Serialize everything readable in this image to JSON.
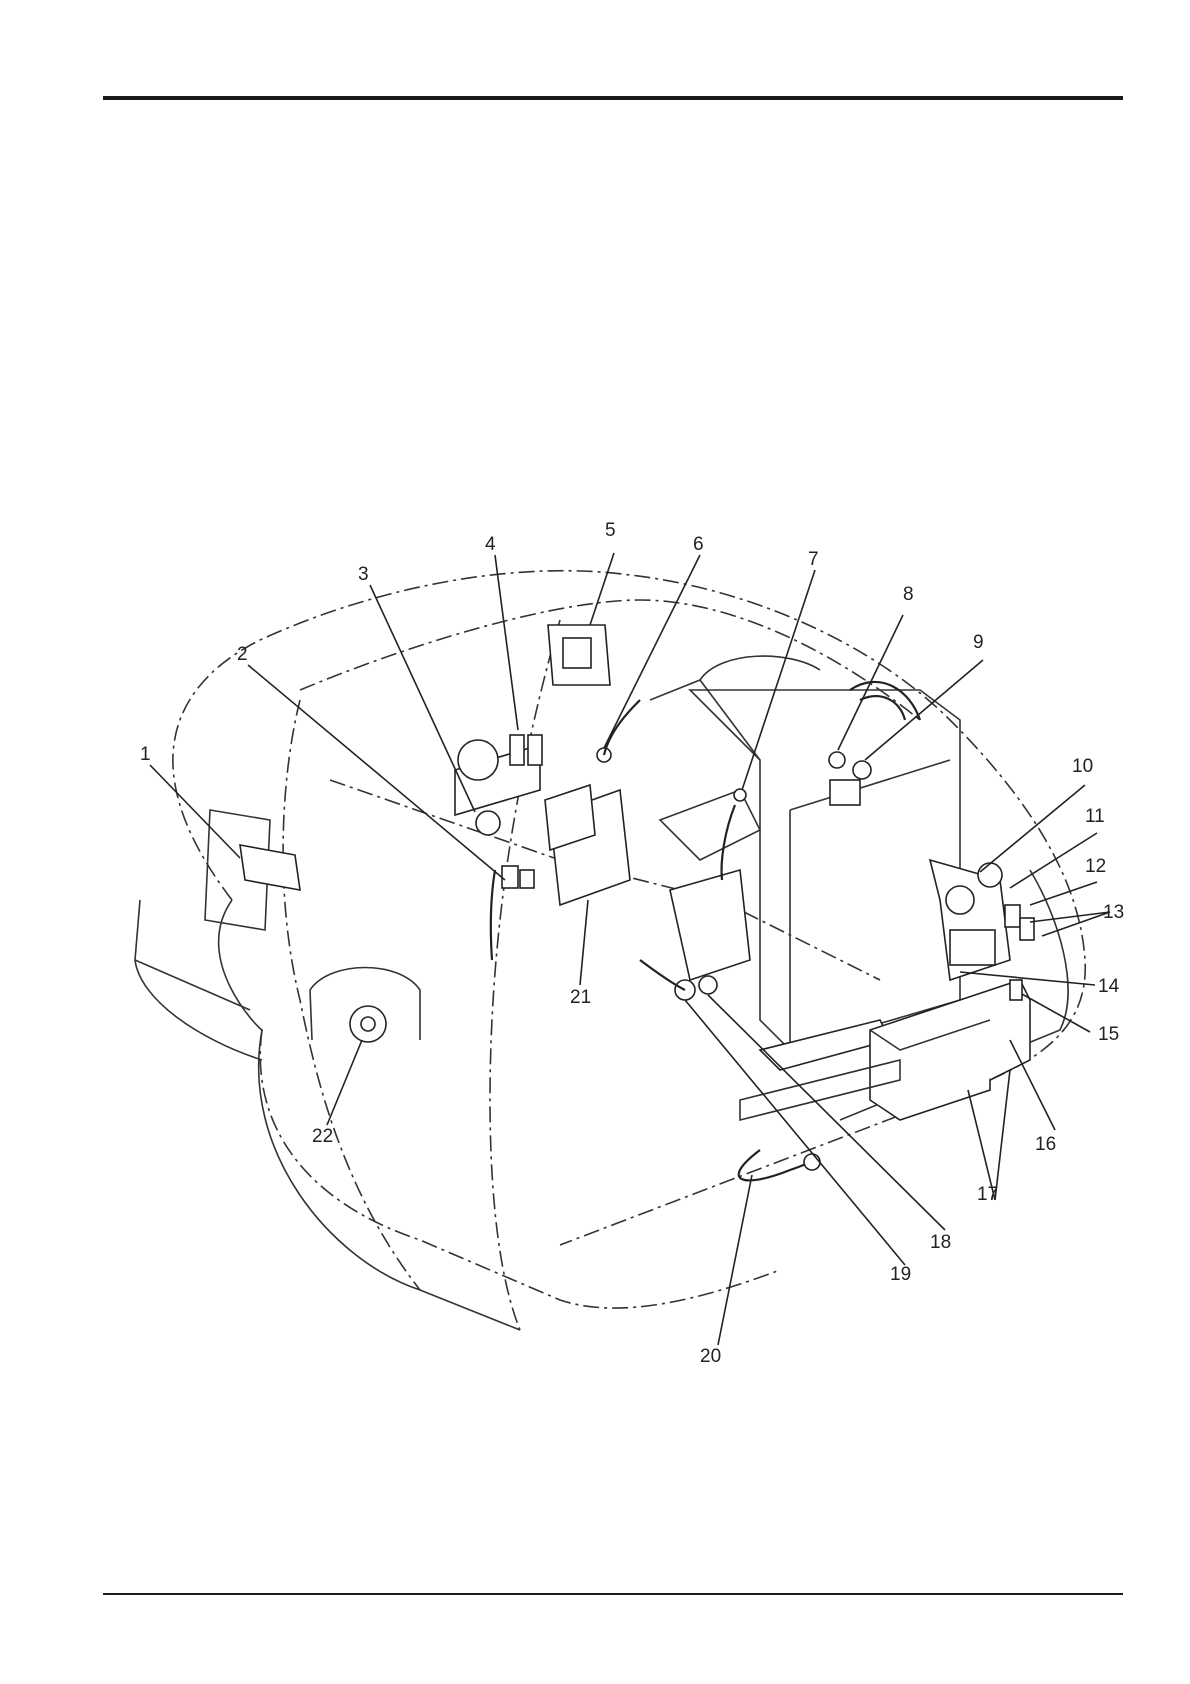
{
  "callouts": [
    {
      "id": "1",
      "label": "1"
    },
    {
      "id": "2",
      "label": "2"
    },
    {
      "id": "3",
      "label": "3"
    },
    {
      "id": "4",
      "label": "4"
    },
    {
      "id": "5",
      "label": "5"
    },
    {
      "id": "6",
      "label": "6"
    },
    {
      "id": "7",
      "label": "7"
    },
    {
      "id": "8",
      "label": "8"
    },
    {
      "id": "9",
      "label": "9"
    },
    {
      "id": "10",
      "label": "10"
    },
    {
      "id": "11",
      "label": "11"
    },
    {
      "id": "12",
      "label": "12"
    },
    {
      "id": "13",
      "label": "13"
    },
    {
      "id": "14",
      "label": "14"
    },
    {
      "id": "15",
      "label": "15"
    },
    {
      "id": "16",
      "label": "16"
    },
    {
      "id": "17",
      "label": "17"
    },
    {
      "id": "18",
      "label": "18"
    },
    {
      "id": "19",
      "label": "19"
    },
    {
      "id": "20",
      "label": "20"
    },
    {
      "id": "21",
      "label": "21"
    },
    {
      "id": "22",
      "label": "22"
    }
  ],
  "colors": {
    "ink": "#222222",
    "background": "#ffffff"
  }
}
